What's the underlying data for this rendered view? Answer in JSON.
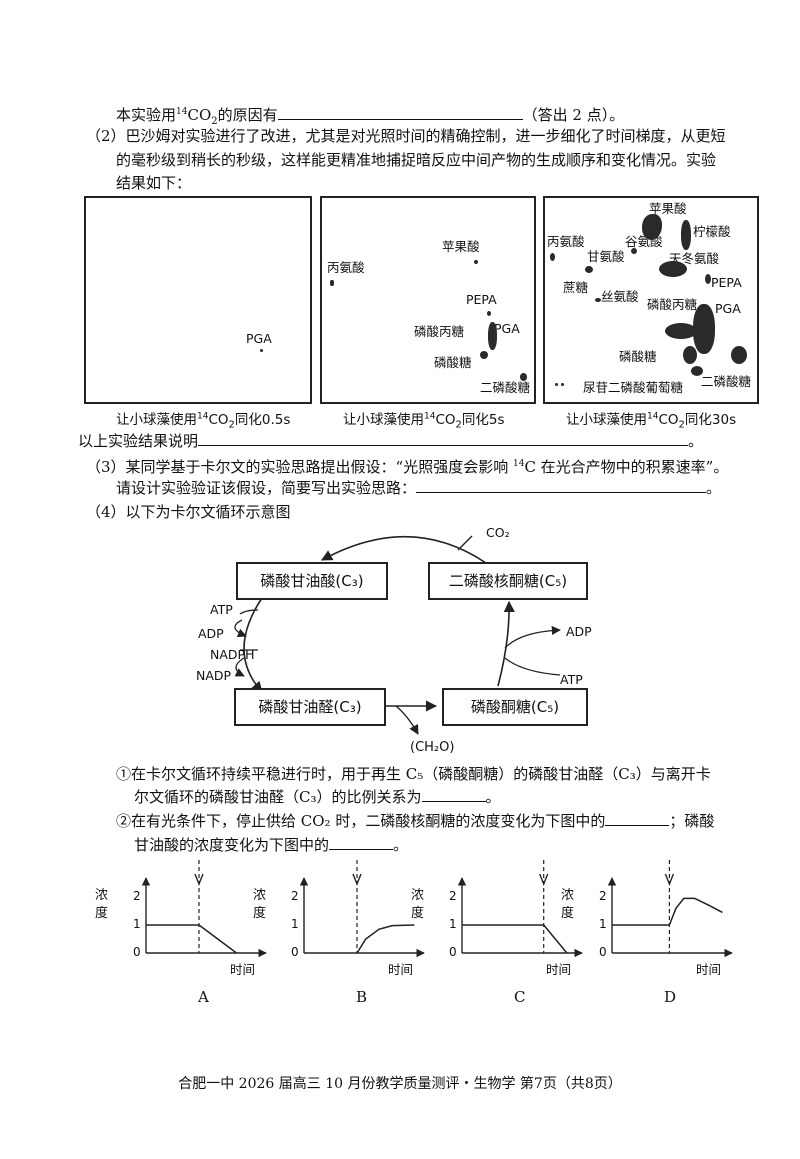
{
  "question1": {
    "tail_prefix": "本实验用",
    "tail_sup": "14",
    "tail_chem": "CO",
    "tail_sub": "2",
    "tail_mid": "的原因有",
    "tail_suffix": "（答出 2 点）。"
  },
  "question2": {
    "line1": "（2）巴沙姆对实验进行了改进，尤其是对光照时间的精确控制，进一步细化了时间梯度，从更短",
    "line2": "的毫秒级到稍长的秒级，这样能更精准地捕捉暗反应中间产物的生成顺序和变化情况。实验",
    "line3": "结果如下：",
    "panels": [
      {
        "caption_a": "让小球藻使用",
        "caption_sup": "14",
        "caption_b": "CO",
        "caption_sub": "2",
        "caption_c": "同化0.5s",
        "labels": [
          "PGA"
        ]
      },
      {
        "caption_a": "让小球藻使用",
        "caption_sup": "14",
        "caption_b": "CO",
        "caption_sub": "2",
        "caption_c": "同化5s",
        "labels": [
          "丙氨酸",
          "苹果酸",
          "PEPA",
          "PGA",
          "磷酸丙糖",
          "磷酸糖",
          "二磷酸糖"
        ]
      },
      {
        "caption_a": "让小球藻使用",
        "caption_sup": "14",
        "caption_b": "CO",
        "caption_sub": "2",
        "caption_c": "同化30s",
        "labels": [
          "苹果酸",
          "柠檬酸",
          "丙氨酸",
          "谷氨酸",
          "甘氨酸",
          "天冬氨酸",
          "PEPA",
          "蔗糖",
          "丝氨酸",
          "磷酸丙糖",
          "PGA",
          "磷酸糖",
          "尿苷二磷酸葡萄糖",
          "二磷酸糖"
        ]
      }
    ],
    "conclusion_prefix": "以上实验结果说明",
    "conclusion_suffix": "。"
  },
  "question3": {
    "line1_a": "（3）某同学基于卡尔文的实验思路提出假设：“光照强度会影响 ",
    "line1_sup": "14",
    "line1_b": "C 在光合产物中的积累速率”。",
    "line2_prefix": "请设计实验验证该假设，简要写出实验思路：",
    "line2_suffix": "。"
  },
  "question4": {
    "title": "（4）以下为卡尔文循环示意图",
    "cycle": {
      "box_tl": "磷酸甘油酸(C₃)",
      "box_tr": "二磷酸核酮糖(C₅)",
      "box_bl": "磷酸甘油醛(C₃)",
      "box_br": "磷酸酮糖(C₅)",
      "co2": "CO₂",
      "atp_left": "ATP",
      "adp_left": "ADP",
      "nadph": "NADPH",
      "nadp": "NADP",
      "adp_right": "ADP",
      "atp_right": "ATP",
      "ch2o": "(CH₂O)"
    },
    "sub1_line1": "①在卡尔文循环持续平稳进行时，用于再生  C₅（磷酸酮糖）的磷酸甘油醛（C₃）与离开卡",
    "sub1_line2_prefix": "尔文循环的磷酸甘油醛（C₃）的比例关系为",
    "sub1_line2_suffix": "。",
    "sub2_line1_prefix": "②在有光条件下，停止供给  CO₂ 时，二磷酸核酮糖的浓度变化为下图中的",
    "sub2_line1_suffix": "；磷酸",
    "sub2_line2_prefix": "甘油酸的浓度变化为下图中的",
    "sub2_line2_suffix": "。",
    "graphs": {
      "ylabel_1": "浓",
      "ylabel_2": "度",
      "xlabel": "时间",
      "ticks": [
        "2",
        "1",
        "0"
      ],
      "letters": [
        "A",
        "B",
        "C",
        "D"
      ],
      "curves": [
        {
          "name": "A",
          "points": [
            [
              0,
              1
            ],
            [
              0.48,
              1
            ],
            [
              0.82,
              0
            ]
          ]
        },
        {
          "name": "B",
          "points": [
            [
              0.48,
              0
            ],
            [
              0.56,
              0.5
            ],
            [
              0.68,
              0.85
            ],
            [
              0.8,
              0.98
            ],
            [
              1,
              1
            ]
          ]
        },
        {
          "name": "C",
          "points": [
            [
              0,
              1
            ],
            [
              0.74,
              1
            ],
            [
              0.95,
              0
            ]
          ]
        },
        {
          "name": "D",
          "points": [
            [
              0,
              1
            ],
            [
              0.52,
              1
            ],
            [
              0.58,
              1.6
            ],
            [
              0.65,
              1.95
            ],
            [
              0.75,
              1.95
            ],
            [
              0.88,
              1.7
            ],
            [
              1,
              1.45
            ]
          ]
        }
      ],
      "arrows_at": [
        0.48,
        0.48,
        0.74,
        0.52
      ]
    }
  },
  "footer": "合肥一中 2026 届高三 10 月份教学质量测评・生物学    第7页（共8页）"
}
